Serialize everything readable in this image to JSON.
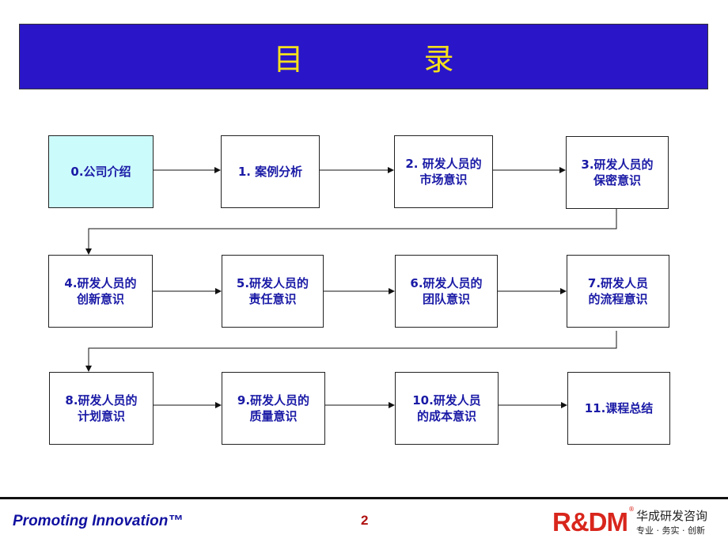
{
  "title": "目 录",
  "boxes": [
    {
      "label": "0.公司介绍",
      "highlight": true
    },
    {
      "label": "1. 案例分析"
    },
    {
      "label": "2. 研发人员的\n市场意识"
    },
    {
      "label": "3.研发人员的\n保密意识"
    },
    {
      "label": "4.研发人员的\n创新意识"
    },
    {
      "label": "5.研发人员的\n责任意识"
    },
    {
      "label": "6.研发人员的\n团队意识"
    },
    {
      "label": "7.研发人员\n的流程意识"
    },
    {
      "label": "8.研发人员的\n计划意识"
    },
    {
      "label": "9.研发人员的\n质量意识"
    },
    {
      "label": "10.研发人员\n的成本意识"
    },
    {
      "label": "11.课程总结"
    }
  ],
  "footer": {
    "slogan": "Promoting  Innovation™",
    "page_number": "2",
    "logo_mark": "R&DM",
    "logo_registered": "®",
    "logo_company": "华成研发咨询",
    "logo_tagline": "专业 · 务实 · 创新"
  },
  "colors": {
    "title_bar": "#2a16c8",
    "title_text": "#f5e01c",
    "box_text": "#1a1aa6",
    "highlight_fill": "#ccfbfb",
    "logo_red": "#d8261c"
  }
}
